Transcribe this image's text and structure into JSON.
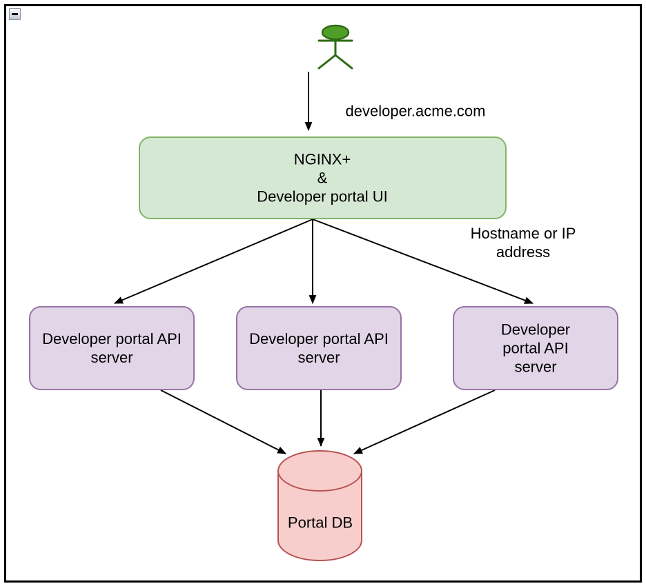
{
  "window": {
    "collapse_button_icon": "minus"
  },
  "palette": {
    "node_green_fill": "#d5e8d4",
    "node_green_stroke": "#82b366",
    "node_purple_fill": "#e1d5e7",
    "node_purple_stroke": "#9673a6",
    "node_red_fill": "#f8cecc",
    "node_red_stroke": "#b85450",
    "actor_fill": "#4f9e28",
    "actor_stroke": "#2d6b12",
    "edge_color": "#000000",
    "label_color": "#000000"
  },
  "diagram": {
    "actor": {
      "type": "person-stick-figure"
    },
    "nodes": {
      "nginx": {
        "label": "NGINX+\n&\nDeveloper portal UI"
      },
      "api_server_1": {
        "label": "Developer portal API\nserver"
      },
      "api_server_2": {
        "label": "Developer portal API\nserver"
      },
      "api_server_3": {
        "label": "Developer portal API\nserver"
      },
      "portal_db": {
        "label": "Portal DB"
      }
    },
    "edge_labels": {
      "user_to_nginx": "developer.acme.com",
      "nginx_to_servers": "Hostname or IP address"
    }
  }
}
